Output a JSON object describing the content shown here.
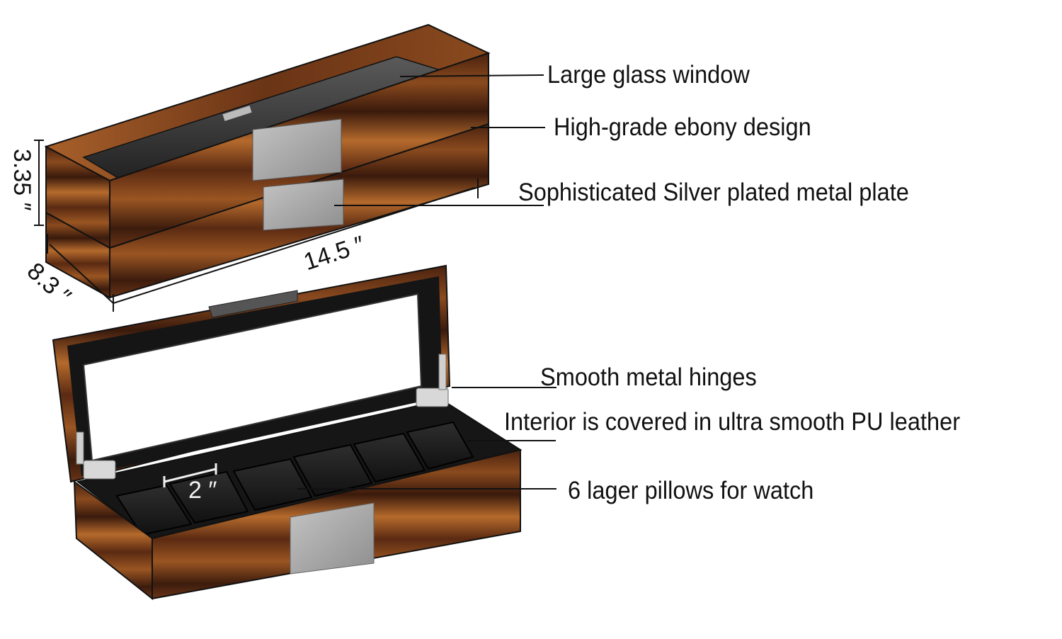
{
  "diagram": {
    "subject": "6-slot wooden watch box",
    "colors": {
      "wood_dark": "#3a1d0f",
      "wood_mid": "#7a3e1a",
      "wood_light": "#b8692e",
      "interior": "#1a1a1a",
      "metal_plate": "#a9a9a9",
      "leader_line": "#111111",
      "background": "#ffffff"
    },
    "callouts": [
      {
        "id": "glass",
        "label": "Large glass window"
      },
      {
        "id": "ebony",
        "label": "High-grade ebony design"
      },
      {
        "id": "plate",
        "label": "Sophisticated Silver plated metal plate"
      },
      {
        "id": "hinges",
        "label": "Smooth metal hinges"
      },
      {
        "id": "interior",
        "label": "Interior is covered in ultra smooth PU leather"
      },
      {
        "id": "pillows",
        "label": "6 lager pillows for watch"
      }
    ],
    "dimensions": {
      "height": "3.35 ″",
      "depth": "8.3 ″",
      "length": "14.5 ″",
      "pillow_width": "2 ″"
    },
    "pillow_count": 6
  }
}
